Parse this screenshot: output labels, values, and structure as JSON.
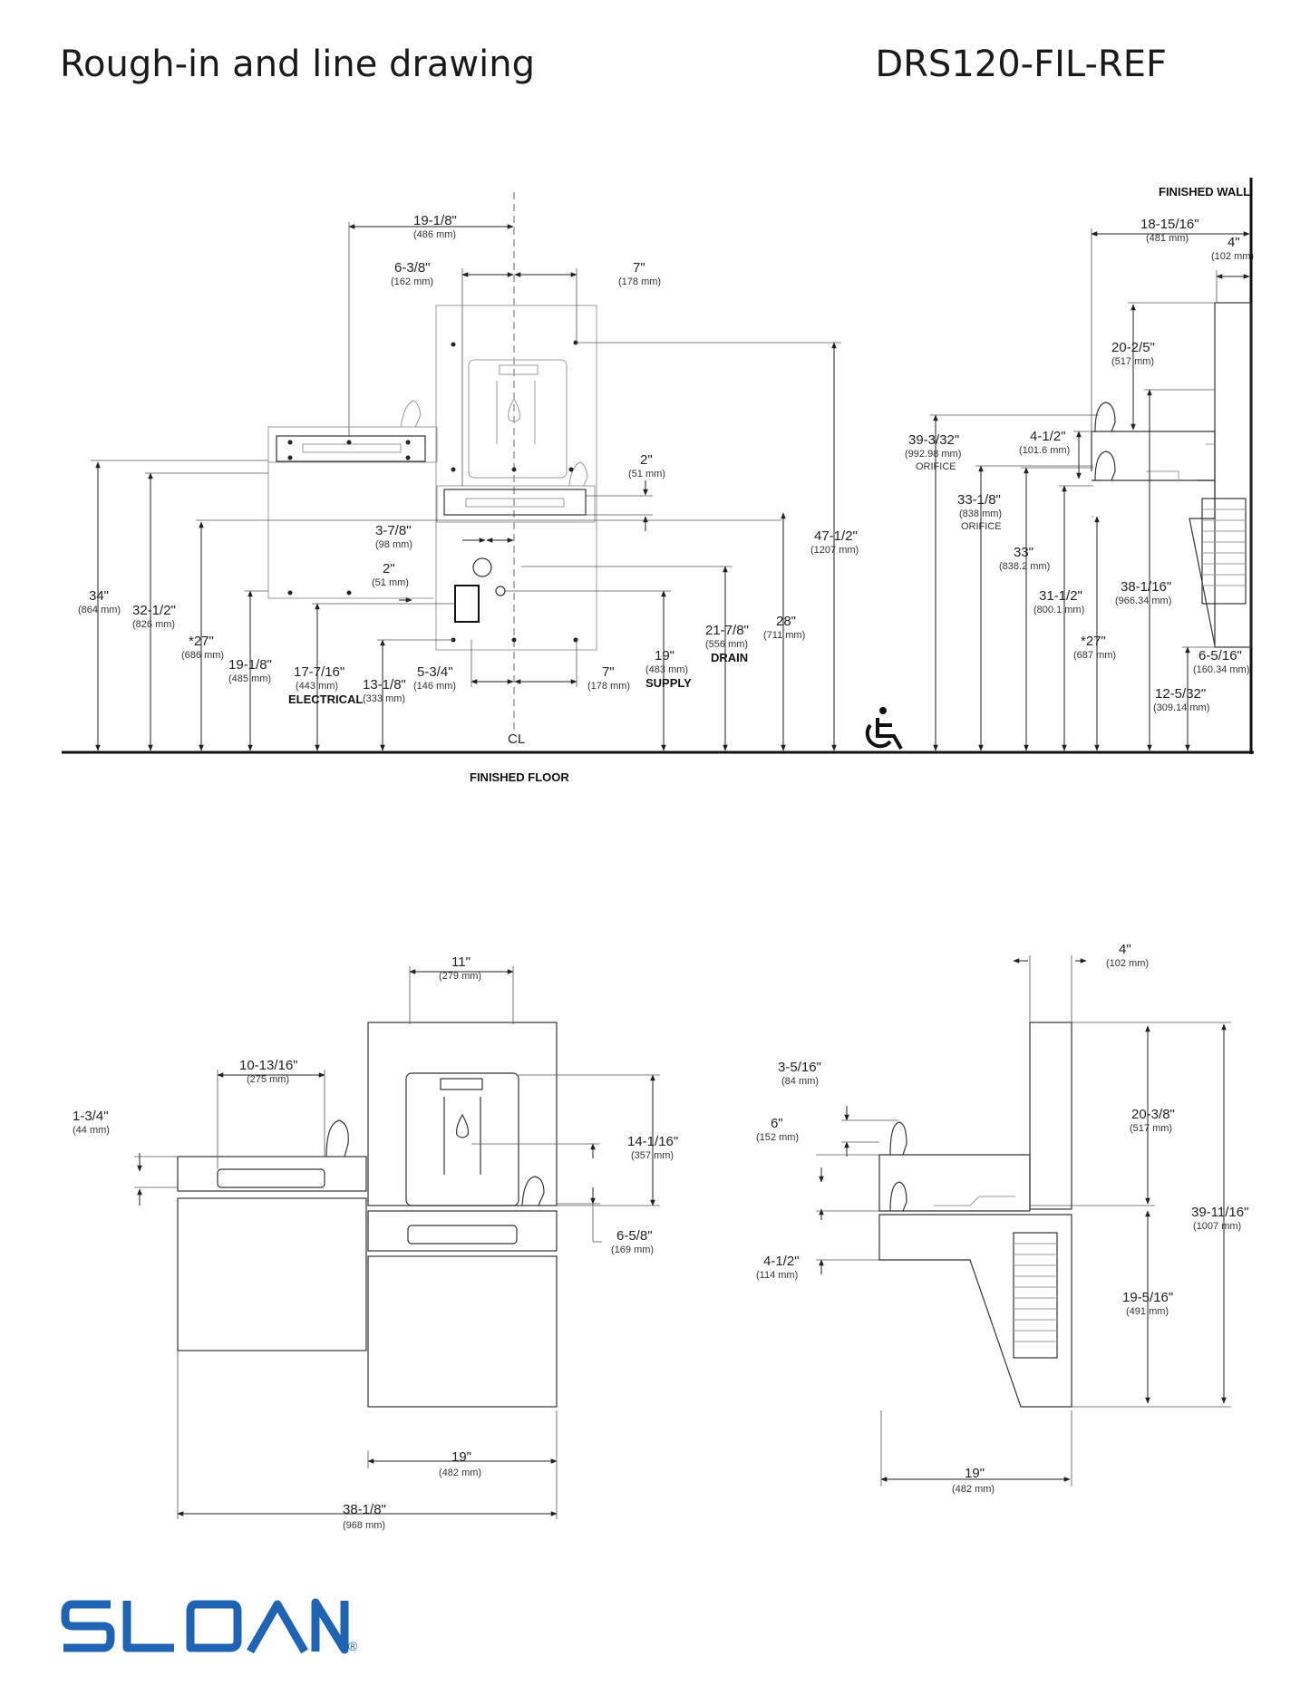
{
  "header": {
    "title": "Rough-in and line drawing",
    "model": "DRS120-FIL-REF"
  },
  "labels": {
    "finished_wall": "FINISHED WALL",
    "finished_floor": "FINISHED FLOOR",
    "cl": "CL",
    "electrical": "ELECTRICAL",
    "drain": "DRAIN",
    "supply": "SUPPLY",
    "orifice": "ORIFICE"
  },
  "front_dims": {
    "d1": {
      "in": "19-1/8\"",
      "mm": "(486 mm)"
    },
    "d2": {
      "in": "6-3/8\"",
      "mm": "(162 mm)"
    },
    "d3": {
      "in": "7\"",
      "mm": "(178 mm)"
    },
    "d4": {
      "in": "2\"",
      "mm": "(51 mm)"
    },
    "d5": {
      "in": "3-7/8\"",
      "mm": "(98 mm)"
    },
    "d6": {
      "in": "2\"",
      "mm": "(51 mm)"
    },
    "d7": {
      "in": "34\"",
      "mm": "(864 mm)"
    },
    "d8": {
      "in": "32-1/2\"",
      "mm": "(826 mm)"
    },
    "d9": {
      "in": "*27\"",
      "mm": "(686 mm)"
    },
    "d10": {
      "in": "19-1/8\"",
      "mm": "(485 mm)"
    },
    "d11": {
      "in": "17-7/16\"",
      "mm": "(443 mm)"
    },
    "d12": {
      "in": "13-1/8\"",
      "mm": "(333 mm)"
    },
    "d13": {
      "in": "5-3/4\"",
      "mm": "(146 mm)"
    },
    "d14": {
      "in": "7\"",
      "mm": "(178 mm)"
    },
    "d15": {
      "in": "19\"",
      "mm": "(483 mm)"
    },
    "d16": {
      "in": "21-7/8\"",
      "mm": "(556 mm)"
    },
    "d17": {
      "in": "28\"",
      "mm": "(711 mm)"
    },
    "d18": {
      "in": "47-1/2\"",
      "mm": "(1207 mm)"
    }
  },
  "side_dims": {
    "s1": {
      "in": "18-15/16\"",
      "mm": "(481 mm)"
    },
    "s2": {
      "in": "4\"",
      "mm": "(102 mm)"
    },
    "s3": {
      "in": "20-2/5\"",
      "mm": "(517 mm)"
    },
    "s4": {
      "in": "39-3/32\"",
      "mm": "(992.98 mm)"
    },
    "s5": {
      "in": "4-1/2\"",
      "mm": "(101.6 mm)"
    },
    "s6": {
      "in": "33-1/8\"",
      "mm": "(838 mm)"
    },
    "s7": {
      "in": "33\"",
      "mm": "(838.2 mm)"
    },
    "s8": {
      "in": "31-1/2\"",
      "mm": "(800.1 mm)"
    },
    "s9": {
      "in": "38-1/16\"",
      "mm": "(966.34 mm)"
    },
    "s10": {
      "in": "*27\"",
      "mm": "(687 mm)"
    },
    "s11": {
      "in": "6-5/16\"",
      "mm": "(160.34 mm)"
    },
    "s12": {
      "in": "12-5/32\"",
      "mm": "(309.14 mm)"
    }
  },
  "bottom_front_dims": {
    "b1": {
      "in": "11\"",
      "mm": "(279 mm)"
    },
    "b2": {
      "in": "10-13/16\"",
      "mm": "(275 mm)"
    },
    "b3": {
      "in": "1-3/4\"",
      "mm": "(44 mm)"
    },
    "b4": {
      "in": "14-1/16\"",
      "mm": "(357 mm)"
    },
    "b5": {
      "in": "6-5/8\"",
      "mm": "(169 mm)"
    },
    "b6": {
      "in": "19\"",
      "mm": "(482 mm)"
    },
    "b7": {
      "in": "38-1/8\"",
      "mm": "(968 mm)"
    }
  },
  "bottom_side_dims": {
    "c1": {
      "in": "4\"",
      "mm": "(102 mm)"
    },
    "c2": {
      "in": "3-5/16\"",
      "mm": "(84 mm)"
    },
    "c3": {
      "in": "6\"",
      "mm": "(152 mm)"
    },
    "c4": {
      "in": "20-3/8\"",
      "mm": "(517 mm)"
    },
    "c5": {
      "in": "39-11/16\"",
      "mm": "(1007 mm)"
    },
    "c6": {
      "in": "4-1/2\"",
      "mm": "(114 mm)"
    },
    "c7": {
      "in": "19-5/16\"",
      "mm": "(491 mm)"
    },
    "c8": {
      "in": "19\"",
      "mm": "(482 mm)"
    }
  },
  "brand": {
    "name": "SLOAN",
    "mark": "®",
    "color": "#1f63b4"
  }
}
